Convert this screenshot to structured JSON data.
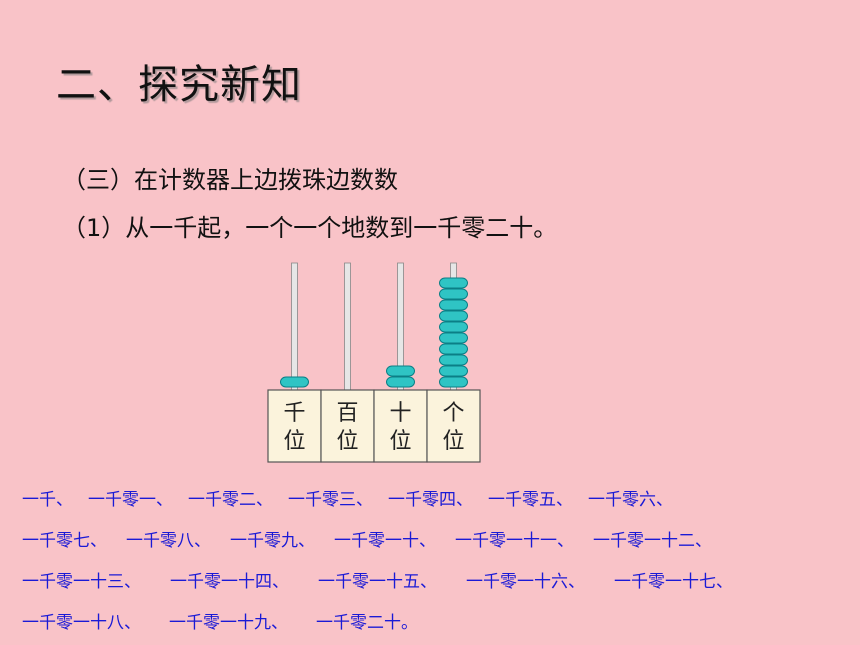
{
  "title": "二、探究新知",
  "subtitle": "（三）在计数器上边拨珠边数数",
  "step": "（1）从一千起，一个一个地数到一千零二十。",
  "abacus": {
    "columns": [
      {
        "label_top": "千",
        "label_bottom": "位",
        "beads": 1
      },
      {
        "label_top": "百",
        "label_bottom": "位",
        "beads": 0
      },
      {
        "label_top": "十",
        "label_bottom": "位",
        "beads": 2
      },
      {
        "label_top": "个",
        "label_bottom": "位",
        "beads": 10
      }
    ],
    "colors": {
      "bead": "#2fc4c4",
      "bead_edge": "#0b7f86",
      "rod": "#e6e6e6",
      "label_box": "#fbf3dc"
    }
  },
  "sequence": {
    "lines": [
      [
        "一千、",
        "一千零一、",
        "一千零二、",
        "一千零三、",
        "一千零四、",
        "一千零五、",
        "一千零六、"
      ],
      [
        "一千零七、",
        "一千零八、",
        "一千零九、",
        "一千零一十、",
        "一千零一十一、",
        "一千零一十二、"
      ],
      [
        "一千零一十三、",
        "一千零一十四、",
        "一千零一十五、",
        "一千零一十六、",
        "一千零一十七、"
      ],
      [
        "一千零一十八、",
        "一千零一十九、",
        "一千零二十。"
      ]
    ],
    "color": "#1a1ad6"
  }
}
